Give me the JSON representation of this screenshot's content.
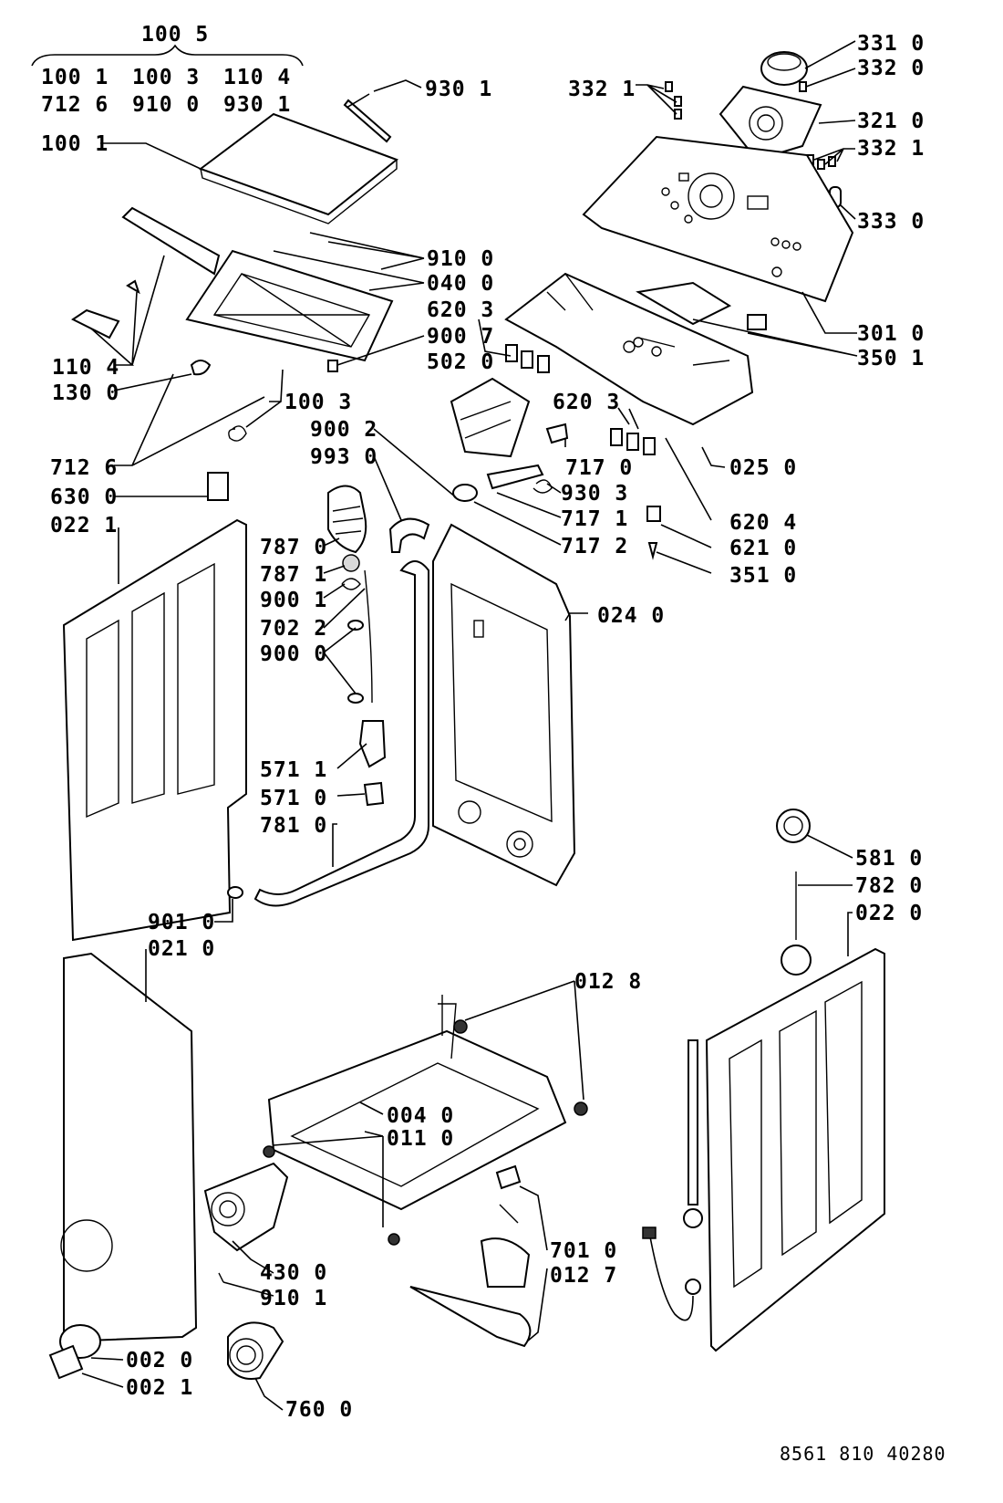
{
  "header": {
    "group_label": "100 5",
    "grouped_row1": [
      "100 1",
      "100 3",
      "110 4"
    ],
    "grouped_row2": [
      "712 6",
      "910 0",
      "930 1"
    ]
  },
  "labels": {
    "l_9301_top": "930 1",
    "l_1001": "100 1",
    "l_3322_left": "332 1",
    "l_3310": "331 0",
    "l_3320": "332 0",
    "l_3210": "321 0",
    "l_3321": "332 1",
    "l_3330": "333 0",
    "l_9100": "910 0",
    "l_0400": "040 0",
    "l_6203a": "620 3",
    "l_9007": "900 7",
    "l_5020": "502 0",
    "l_3010": "301 0",
    "l_3501": "350 1",
    "l_1104": "110 4",
    "l_1300": "130 0",
    "l_1003": "100 3",
    "l_9002": "900 2",
    "l_9930": "993 0",
    "l_6203b": "620 3",
    "l_7170": "717 0",
    "l_9303": "930 3",
    "l_7171": "717 1",
    "l_7172": "717 2",
    "l_7126": "712 6",
    "l_6300": "630 0",
    "l_0221": "022 1",
    "l_0250": "025 0",
    "l_6204": "620 4",
    "l_6210": "621 0",
    "l_3510": "351 0",
    "l_7870": "787 0",
    "l_7871": "787 1",
    "l_9001": "900 1",
    "l_7022": "702 2",
    "l_9000": "900 0",
    "l_0240": "024 0",
    "l_5711": "571 1",
    "l_5710": "571 0",
    "l_7810": "781 0",
    "l_5810": "581 0",
    "l_7820": "782 0",
    "l_0220": "022 0",
    "l_9010": "901 0",
    "l_0210": "021 0",
    "l_0128": "012 8",
    "l_0040": "004 0",
    "l_0110": "011 0",
    "l_7010": "701 0",
    "l_0127": "012 7",
    "l_4300": "430 0",
    "l_9101": "910 1",
    "l_0020": "002 0",
    "l_0021": "002 1",
    "l_7600": "760 0"
  },
  "footer": {
    "drawing_number": "8561 810 40280"
  }
}
